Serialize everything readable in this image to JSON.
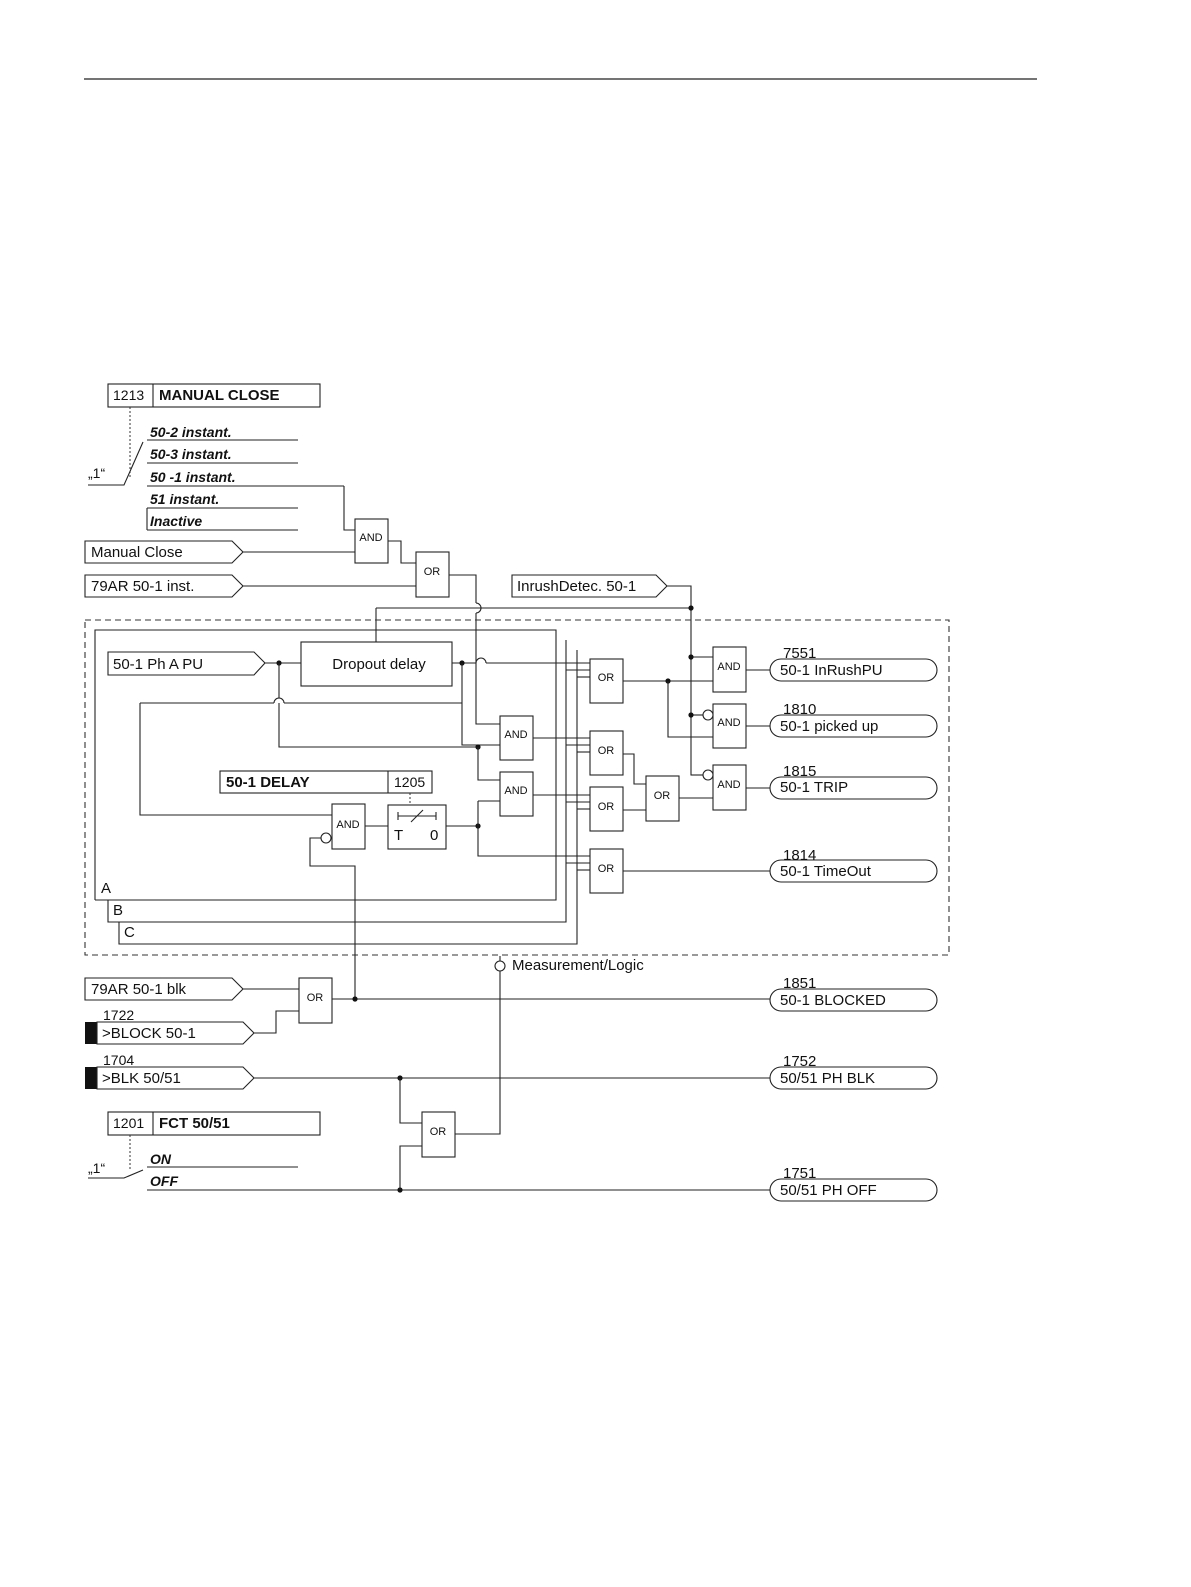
{
  "settings": {
    "manual_close": {
      "address": "1213",
      "title": "MANUAL CLOSE",
      "default_marker": "„1“",
      "options": [
        "50-2 instant.",
        "50-3 instant.",
        "50 -1 instant.",
        "51 instant.",
        "Inactive"
      ]
    },
    "delay": {
      "address": "1205",
      "title": "50-1 DELAY",
      "timer_t": "T",
      "timer_zero": "0"
    },
    "fct": {
      "address": "1201",
      "title": "FCT 50/51",
      "default_marker": "„1“",
      "options": [
        "ON",
        "OFF"
      ]
    }
  },
  "inputs": {
    "manual_close": "Manual Close",
    "ar_inst": "79AR 50-1 inst.",
    "inrush": "InrushDetec. 50-1",
    "ph_a_pu": "50-1 Ph A PU",
    "ar_blk": "79AR 50-1 blk",
    "block": {
      "number": "1722",
      "label": ">BLOCK 50-1"
    },
    "blk_5051": {
      "number": "1704",
      "label": ">BLK 50/51"
    }
  },
  "internal": {
    "dropout": "Dropout delay",
    "phase_a": "A",
    "phase_b": "B",
    "phase_c": "C",
    "measurement": "Measurement/Logic"
  },
  "gates": {
    "and": "AND",
    "or": "OR"
  },
  "outputs": [
    {
      "number": "7551",
      "label": "50-1 InRushPU"
    },
    {
      "number": "1810",
      "label": "50-1 picked up"
    },
    {
      "number": "1815",
      "label": "50-1 TRIP"
    },
    {
      "number": "1814",
      "label": "50-1 TimeOut"
    },
    {
      "number": "1851",
      "label": "50-1 BLOCKED"
    },
    {
      "number": "1752",
      "label": "50/51 PH BLK"
    },
    {
      "number": "1751",
      "label": "50/51 PH OFF"
    }
  ]
}
